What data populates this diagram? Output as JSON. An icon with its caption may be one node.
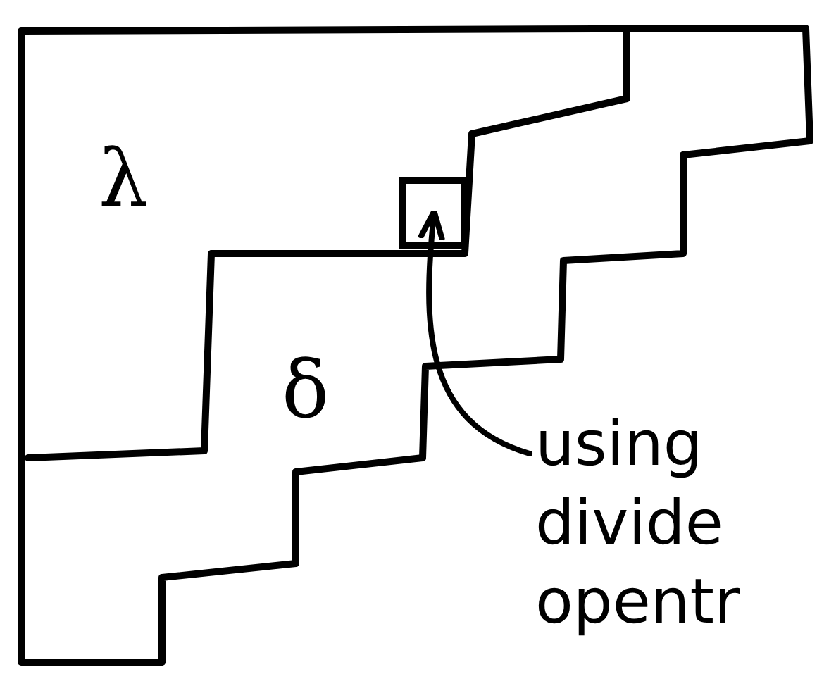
{
  "diagram": {
    "nodes": [
      {
        "text": [
          "using divide opentr"
        ]
      },
      {
        "text": [],
        "shape": "box"
      }
    ],
    "edges": [
      {
        "from": 0,
        "to": 1,
        "arrow": "to"
      }
    ],
    "labels": [
      "λ",
      "δ"
    ]
  }
}
